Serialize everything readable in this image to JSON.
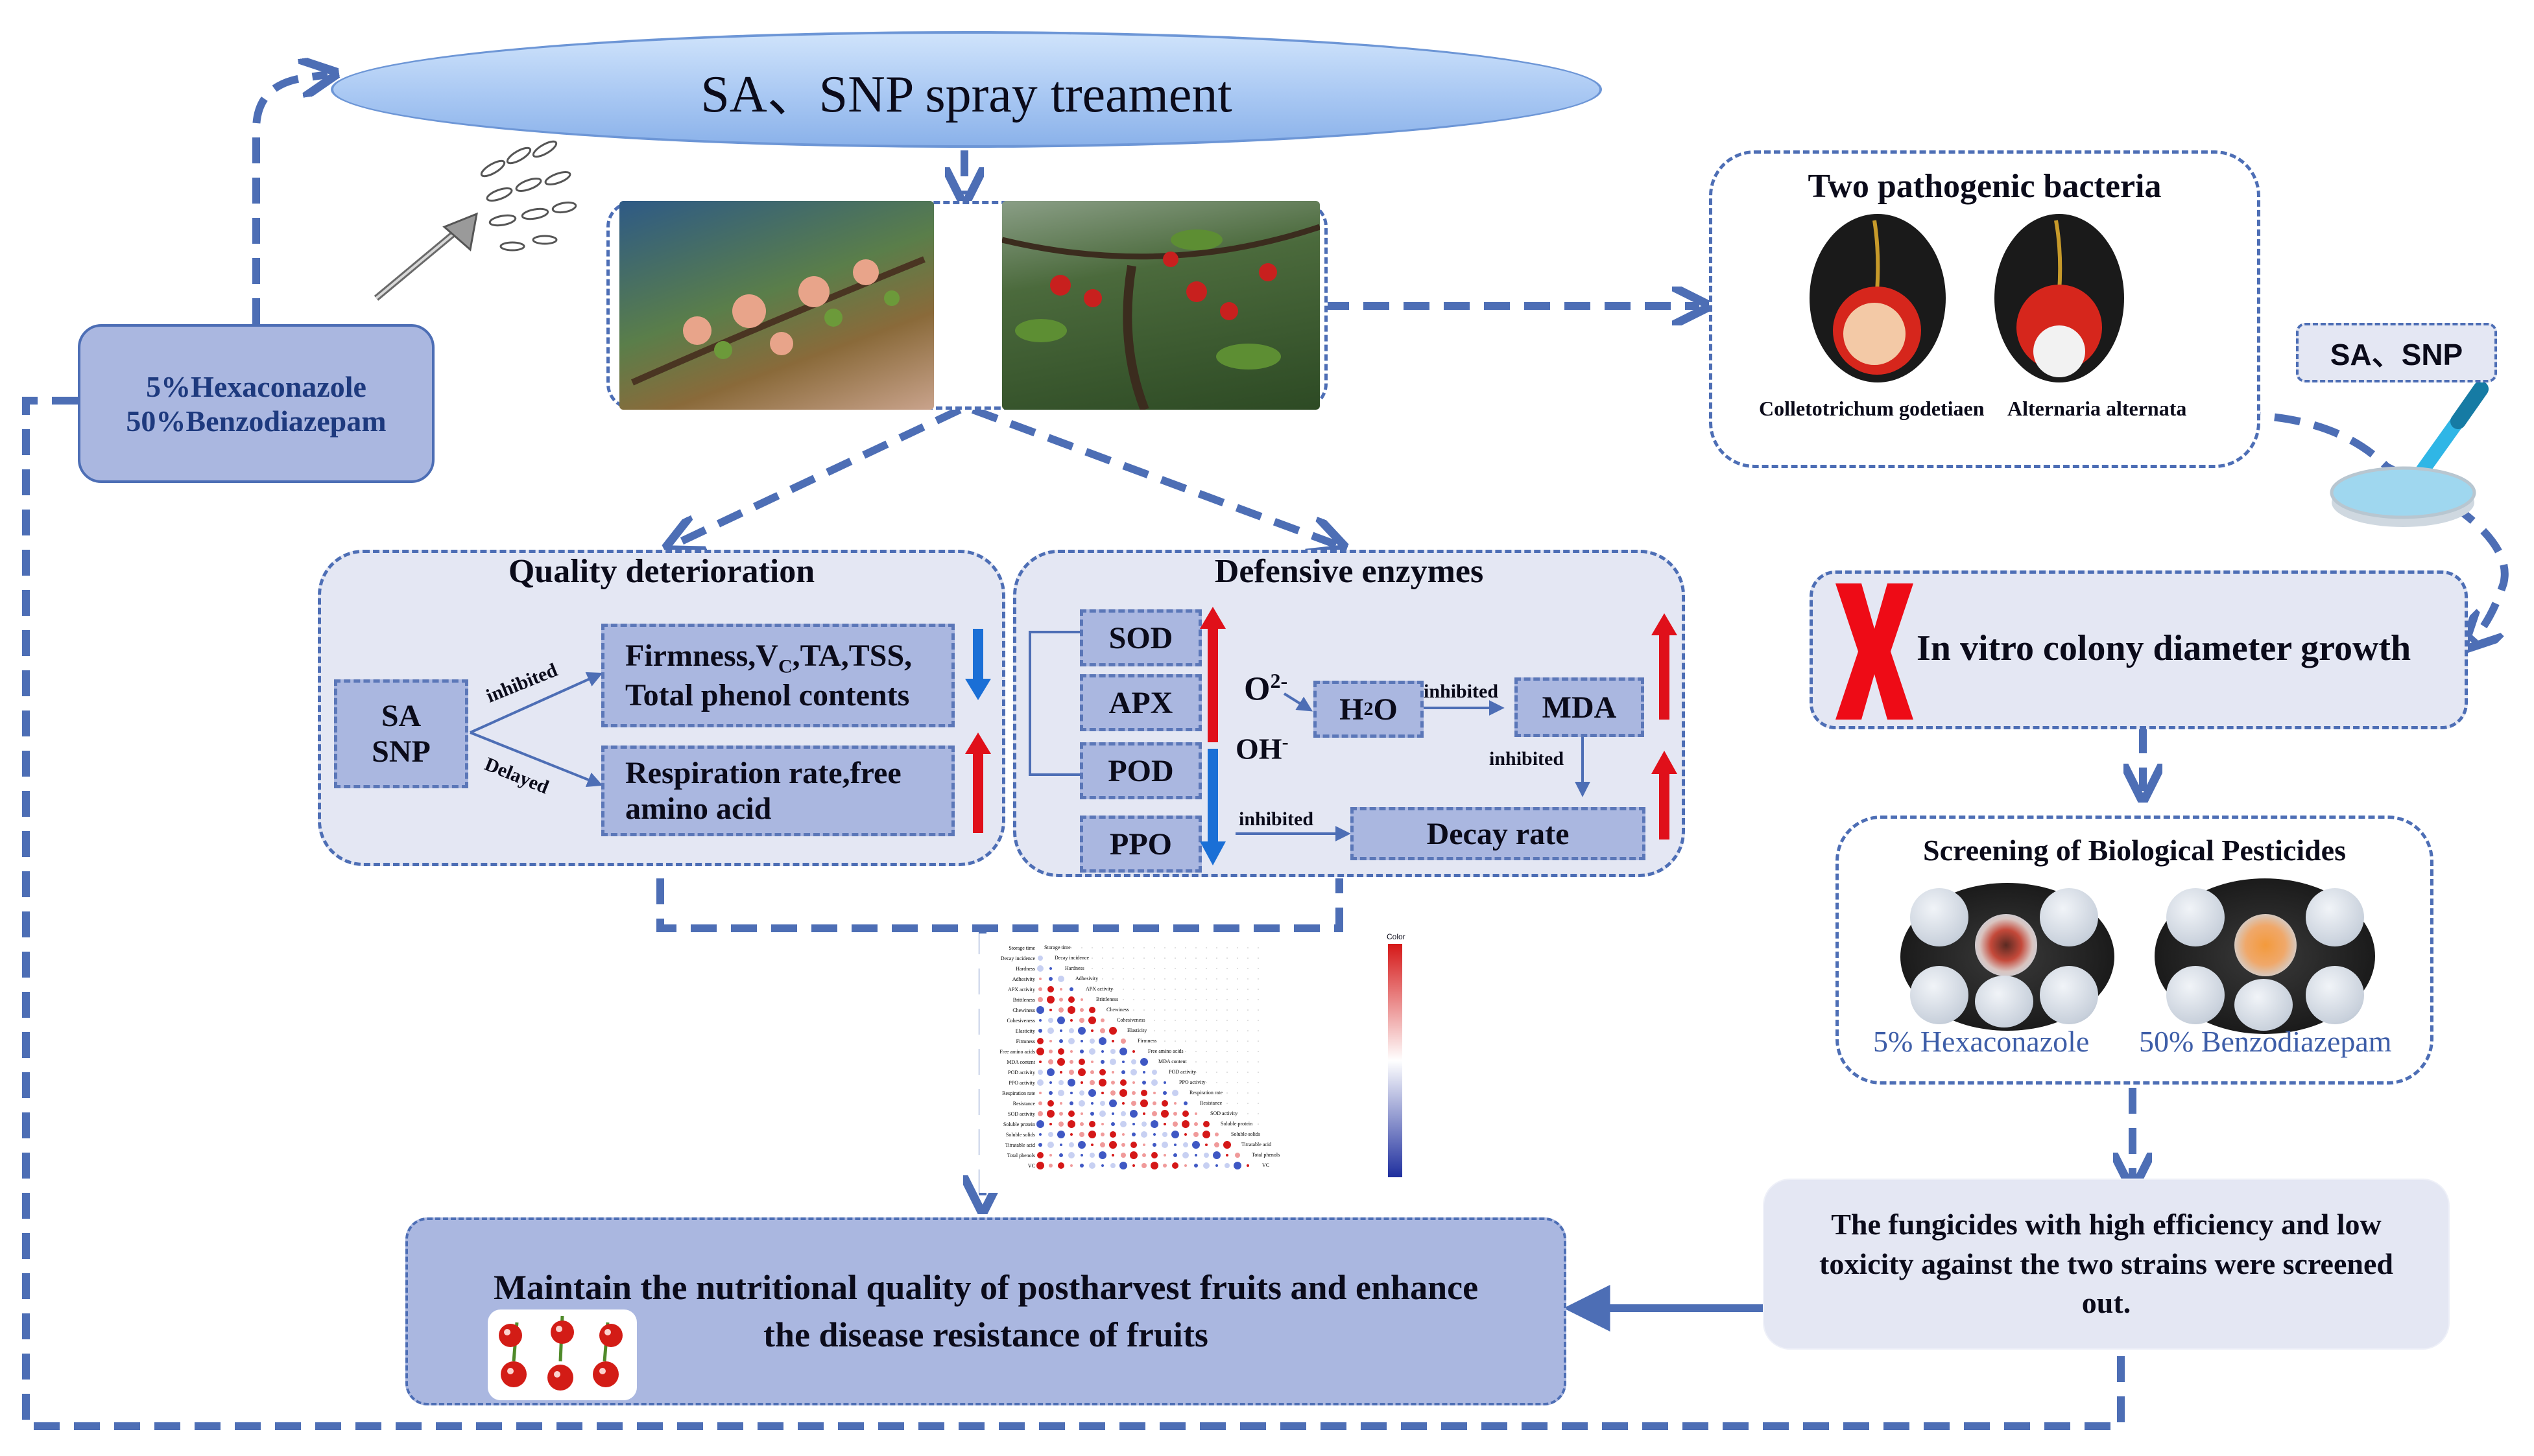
{
  "colors": {
    "dash": "#4d6eb5",
    "panel": "#e4e7f3",
    "box": "#aab7e0",
    "up_arrow": "#e0101a",
    "down_arrow": "#1a6fd6"
  },
  "treatment_title": "SA、SNP spray treament",
  "fungicide_box": {
    "line1": "5%Hexaconazole",
    "line2": "50%Benzodiazepam"
  },
  "pathogen_panel": {
    "title": "Two pathogenic bacteria",
    "label_left": "Colletotrichum godetiaen",
    "label_right": "Alternaria alternata"
  },
  "sa_snp_tag": "SA、SNP",
  "quality_panel": {
    "title": "Quality deterioration",
    "agent_line1": "SA",
    "agent_line2": "SNP",
    "arrow_top_label": "inhibited",
    "arrow_bottom_label": "Delayed",
    "box_top_line1_a": "Firmness,V",
    "box_top_line1_sub": "C",
    "box_top_line1_b": ",TA,TSS,",
    "box_top_line2": "Total phenol contents",
    "box_bottom_line1": "Respiration rate,free",
    "box_bottom_line2": "amino acid"
  },
  "enzyme_panel": {
    "title": "Defensive enzymes",
    "enzymes": [
      "SOD",
      "APX",
      "POD",
      "PPO"
    ],
    "o2_label": "O",
    "o2_sup": "2-",
    "oh_label": "OH",
    "oh_sup": "-",
    "h2o_a": "H",
    "h2o_sub": "2",
    "h2o_b": "O",
    "mda": "MDA",
    "decay": "Decay rate",
    "inhibited_1": "inhibited",
    "inhibited_2": "inhibited",
    "inhibited_3": "inhibited"
  },
  "colony_box": "In vitro colony diameter growth",
  "screening_panel": {
    "title": "Screening of Biological Pesticides",
    "label_left": "5% Hexaconazole",
    "label_right": "50% Benzodiazepam"
  },
  "fungicide_result": "The fungicides with high efficiency and low toxicity against the two strains were screened out.",
  "final_box_line1": "Maintain the nutritional quality of postharvest fruits and enhance",
  "final_box_line2": "the disease resistance of fruits",
  "heatmap": {
    "header": "Color",
    "variables": [
      "Storage time",
      "Decay incidence",
      "Hardness",
      "Adhesivity",
      "APX activity",
      "Brittleness",
      "Chewiness",
      "Cohesiveness",
      "Elasticity",
      "Firmness",
      "Free amino acids",
      "MDA content",
      "POD activity",
      "PPO activity",
      "Respiration rate",
      "Resistance",
      "SOD activity",
      "Soluble protein",
      "Soluble solids",
      "Titratable acid",
      "Total phenols",
      "VC"
    ]
  }
}
